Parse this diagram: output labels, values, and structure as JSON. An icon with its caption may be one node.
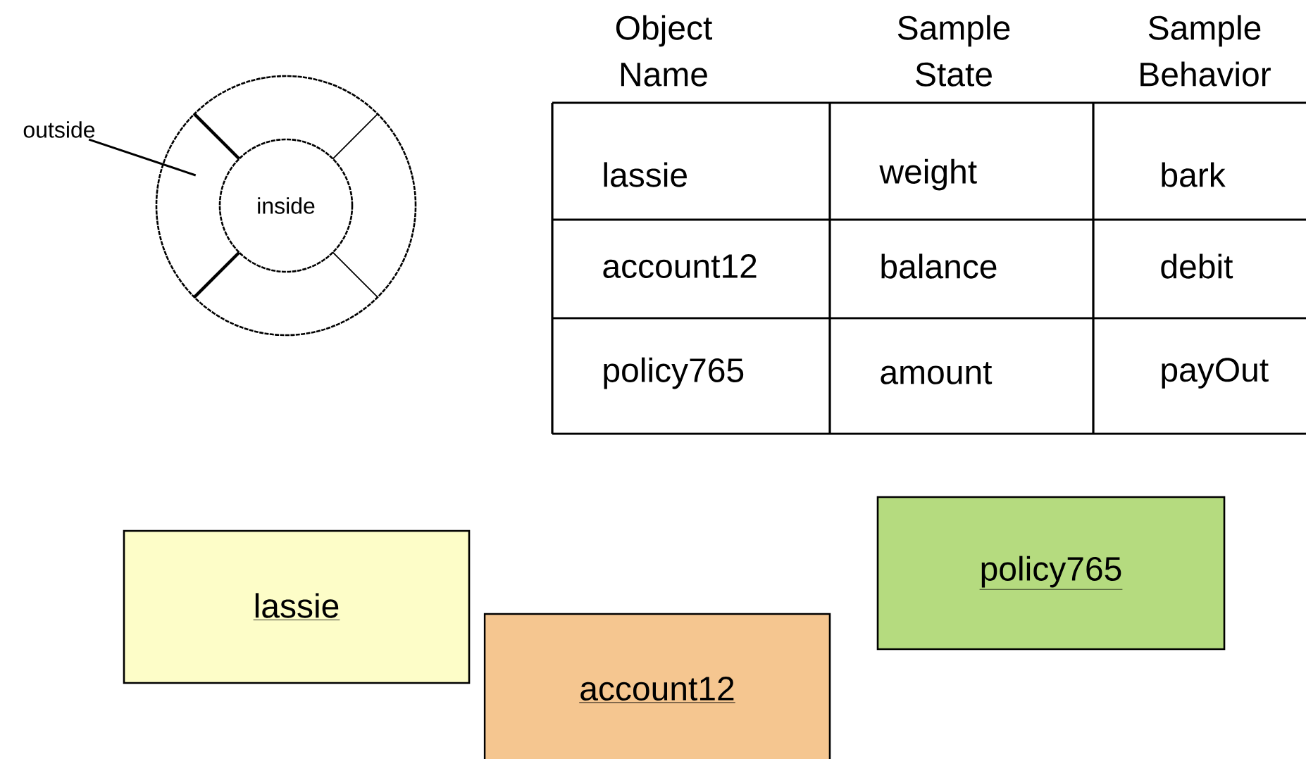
{
  "diagram": {
    "nodes": [
      {
        "text": [],
        "shape": "circle"
      },
      {
        "text": [
          "inside"
        ],
        "in": 0
      },
      {
        "text": [
          "outside"
        ]
      },
      {
        "text": [
          "lassie"
        ]
      },
      {
        "text": [
          "account12"
        ]
      },
      {
        "text": [
          "policy765"
        ]
      }
    ],
    "edges": [
      {
        "from": 2,
        "to": 0,
        "arrow": "none"
      }
    ],
    "labels": [
      "Object Name",
      "Sample State",
      "Sample Behavior",
      "lassie",
      "weight",
      "bark",
      "account12",
      "balance",
      "debit",
      "policy765",
      "amount",
      "payOut"
    ]
  }
}
